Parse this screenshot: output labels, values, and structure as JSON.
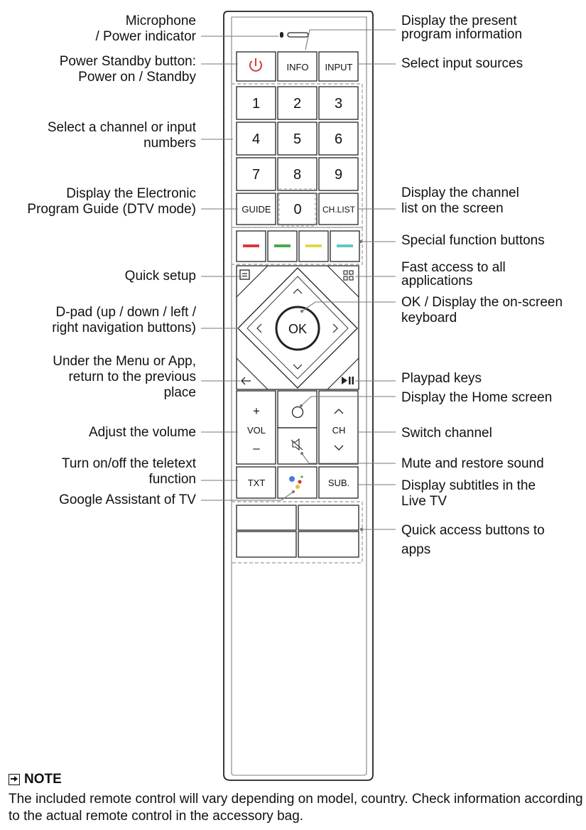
{
  "labels_left": [
    {
      "id": "microphone",
      "lines": [
        "Microphone",
        "/ Power indicator"
      ]
    },
    {
      "id": "power",
      "lines": [
        "Power Standby button:",
        "Power on / Standby"
      ]
    },
    {
      "id": "numbers",
      "lines": [
        "Select a channel or input",
        "numbers"
      ]
    },
    {
      "id": "guide",
      "lines": [
        "Display the Electronic",
        "Program Guide (DTV mode)"
      ]
    },
    {
      "id": "quick-setup",
      "lines": [
        "Quick setup"
      ]
    },
    {
      "id": "dpad",
      "lines": [
        "D-pad (up / down / left /",
        "right navigation buttons)"
      ]
    },
    {
      "id": "back",
      "lines": [
        "Under the Menu or App,",
        "return to the previous",
        "place"
      ]
    },
    {
      "id": "volume",
      "lines": [
        "Adjust the volume"
      ]
    },
    {
      "id": "teletext",
      "lines": [
        "Turn on/off the teletext",
        "function"
      ]
    },
    {
      "id": "assistant",
      "lines": [
        "Google Assistant of TV"
      ]
    }
  ],
  "labels_right": [
    {
      "id": "info",
      "lines": [
        "Display the present",
        "program information"
      ]
    },
    {
      "id": "input",
      "lines": [
        "Select input sources"
      ]
    },
    {
      "id": "chlist",
      "lines": [
        "Display the channel",
        "list on the screen"
      ]
    },
    {
      "id": "special",
      "lines": [
        "Special function buttons"
      ]
    },
    {
      "id": "apps",
      "lines": [
        "Fast access to all",
        "applications"
      ]
    },
    {
      "id": "ok",
      "lines": [
        "OK / Display the on-screen",
        "keyboard"
      ]
    },
    {
      "id": "playpad",
      "lines": [
        "Playpad keys"
      ]
    },
    {
      "id": "home",
      "lines": [
        "Display the Home screen"
      ]
    },
    {
      "id": "channel",
      "lines": [
        "Switch channel"
      ]
    },
    {
      "id": "mute",
      "lines": [
        "Mute and restore sound"
      ]
    },
    {
      "id": "subtitles",
      "lines": [
        "Display subtitles in the",
        "Live TV"
      ]
    },
    {
      "id": "quick-apps",
      "lines": [
        "Quick access buttons to",
        "apps"
      ]
    }
  ],
  "remote": {
    "info": "INFO",
    "input": "INPUT",
    "digits": [
      "1",
      "2",
      "3",
      "4",
      "5",
      "6",
      "7",
      "8",
      "9"
    ],
    "guide": "GUIDE",
    "zero": "0",
    "chlist": "CH.LIST",
    "ok": "OK",
    "vol": "VOL",
    "ch": "CH",
    "plus": "+",
    "minus": "–",
    "txt": "TXT",
    "sub": "SUB.",
    "colors": {
      "red": "#d83a3a",
      "green": "#49a84a",
      "yellow": "#e2d84a",
      "cyan": "#5cc8c4",
      "power": "#d83a3a"
    }
  },
  "note": {
    "title": "NOTE",
    "text": "The included remote control will vary depending on model, country. Check information according to the actual remote control in the accessory bag."
  }
}
